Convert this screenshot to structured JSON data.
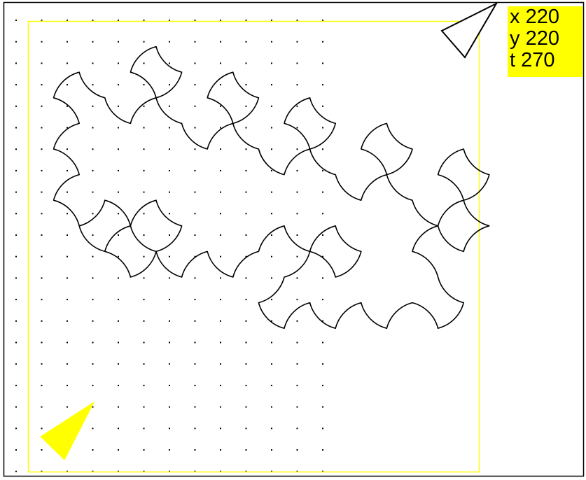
{
  "readout": {
    "x_label": "x",
    "x_value": "220",
    "y_label": "y",
    "y_value": "220",
    "heading_label": "t",
    "heading_value": "270"
  },
  "colors": {
    "background": "#ffffff",
    "frame": "#000000",
    "grid_dot": "#000000",
    "curve": "#000000",
    "boundary": "#ffff00",
    "readout_bg": "#ffff00",
    "start_turtle_fill": "#ffff00",
    "current_turtle_fill": "#ffffff"
  },
  "icons": {
    "start_turtle": "triangle-arrow-icon",
    "current_turtle": "triangle-arrow-icon"
  }
}
